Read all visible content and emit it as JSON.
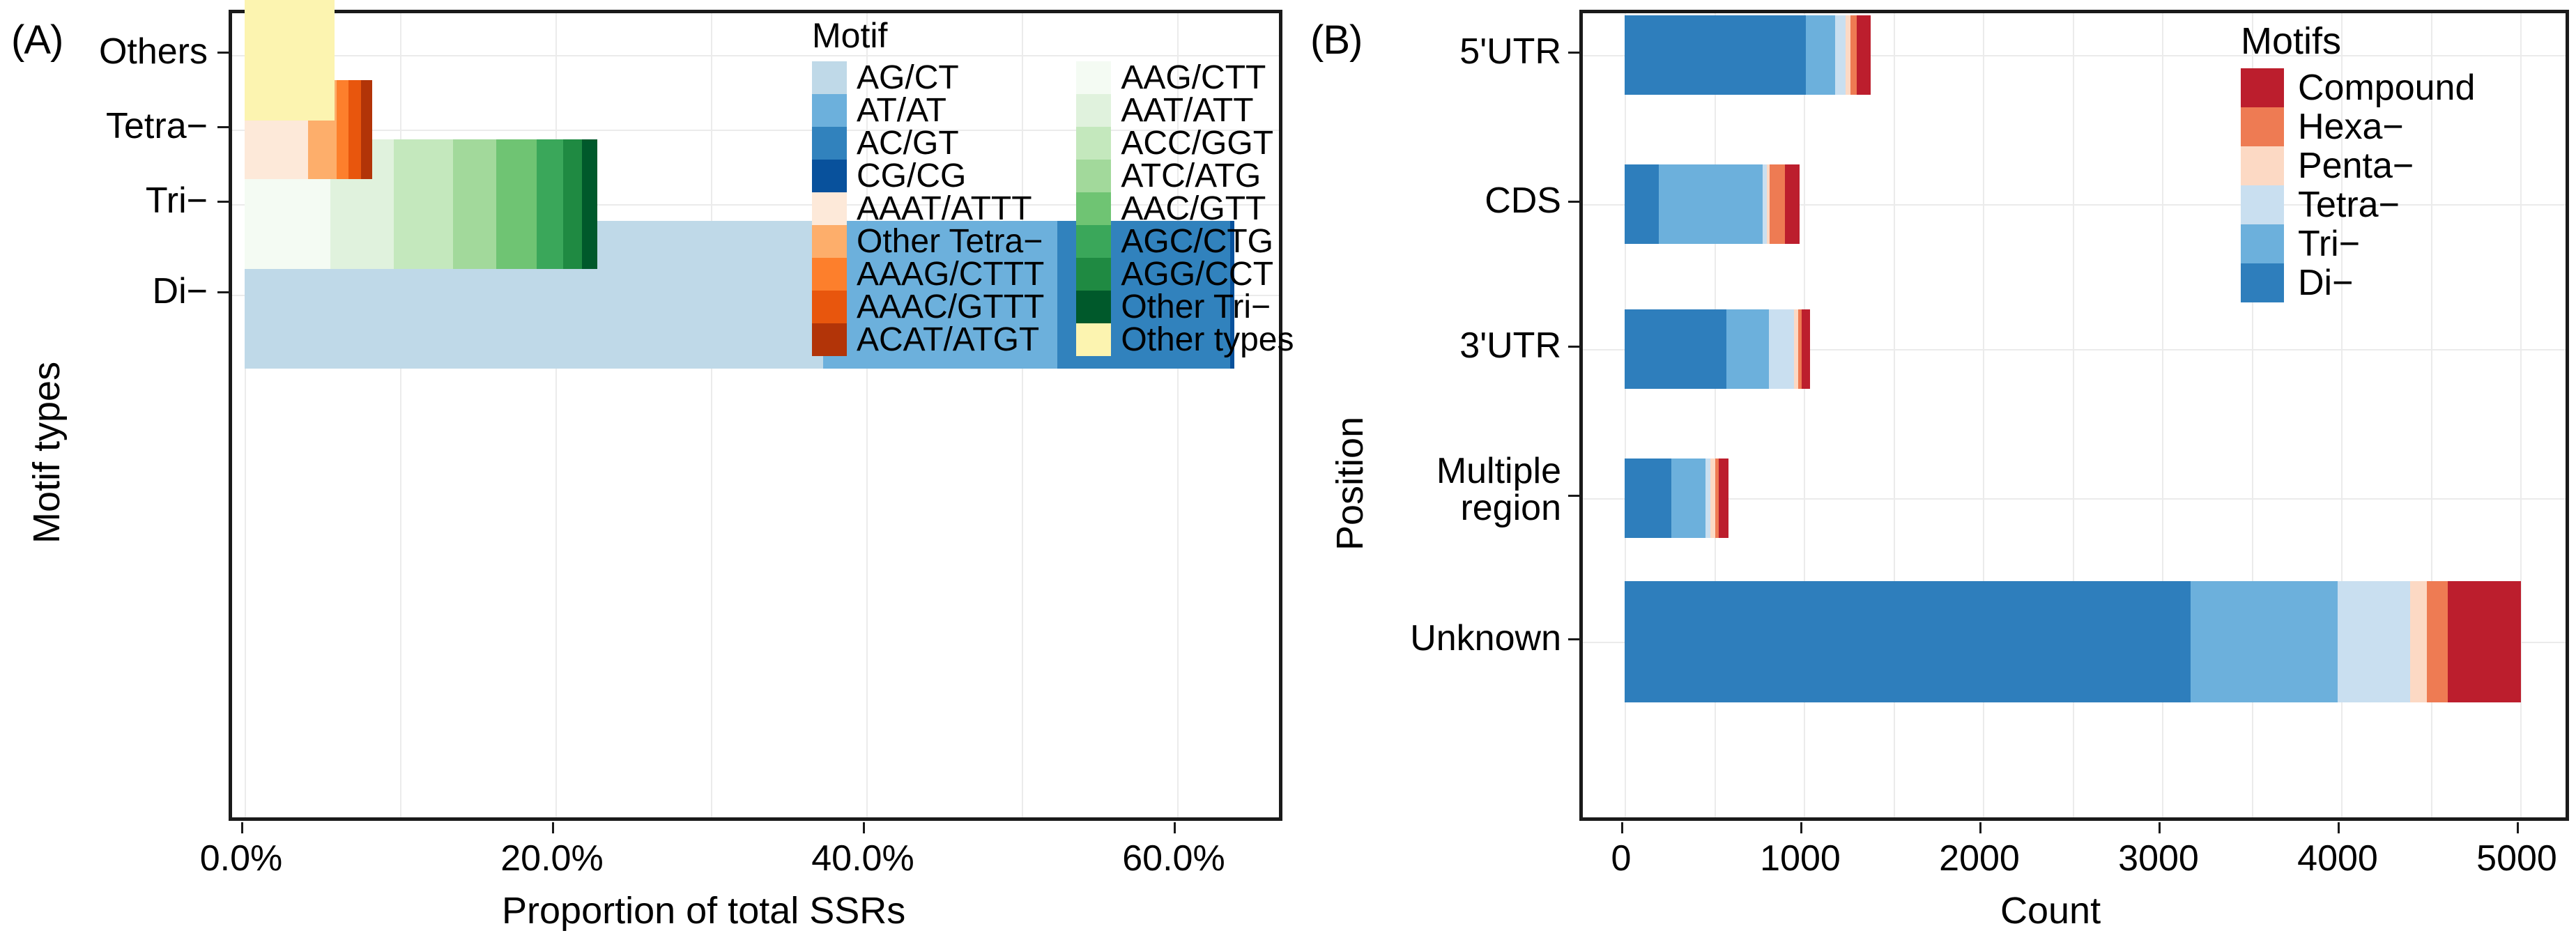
{
  "figure": {
    "panel_a_tag": "(A)",
    "panel_b_tag": "(B)"
  },
  "panel_a": {
    "y_axis_title": "Motif types",
    "x_axis_title": "Proportion of total SSRs",
    "y_ticks": [
      "Others",
      "Tetra−",
      "Tri−",
      "Di−"
    ],
    "x_ticks": [
      "0.0%",
      "20.0%",
      "40.0%",
      "60.0%"
    ],
    "legend_title": "Motif",
    "legend_col1": [
      {
        "label": "AG/CT",
        "color": "#bfd9e8"
      },
      {
        "label": "AT/AT",
        "color": "#6cb0dc"
      },
      {
        "label": "AC/GT",
        "color": "#3182bd"
      },
      {
        "label": "CG/CG",
        "color": "#08519c"
      },
      {
        "label": "AAAT/ATTT",
        "color": "#fde9d9"
      },
      {
        "label": "Other Tetra−",
        "color": "#fdae6b"
      },
      {
        "label": "AAAG/CTTT",
        "color": "#fd7f2c"
      },
      {
        "label": "AAAC/GTTT",
        "color": "#e8560d"
      },
      {
        "label": "ACAT/ATGT",
        "color": "#b23408"
      }
    ],
    "legend_col2": [
      {
        "label": "AAG/CTT",
        "color": "#f4fbf3"
      },
      {
        "label": "AAT/ATT",
        "color": "#e0f2dd"
      },
      {
        "label": "ACC/GGT",
        "color": "#c4e8bd"
      },
      {
        "label": "ATC/ATG",
        "color": "#a2d99b"
      },
      {
        "label": "AAC/GTT",
        "color": "#6fc473"
      },
      {
        "label": "AGC/CTG",
        "color": "#3aa75a"
      },
      {
        "label": "AGG/CCT",
        "color": "#1f8a42"
      },
      {
        "label": "Other Tri−",
        "color": "#00592b"
      },
      {
        "label": "Other types",
        "color": "#fcf4b0"
      }
    ]
  },
  "panel_b": {
    "y_axis_title": "Position",
    "x_axis_title": "Count",
    "y_ticks": [
      "5'UTR",
      "CDS",
      "3'UTR",
      "Multiple\nregion",
      "Unknown"
    ],
    "x_ticks": [
      "0",
      "1000",
      "2000",
      "3000",
      "4000",
      "5000"
    ],
    "legend_title": "Motifs",
    "legend_items": [
      {
        "label": "Compound",
        "color": "#bc1e2d"
      },
      {
        "label": "Hexa−",
        "color": "#ee7b53"
      },
      {
        "label": "Penta−",
        "color": "#fcd9c4"
      },
      {
        "label": "Tetra−",
        "color": "#c9dff0"
      },
      {
        "label": "Tri−",
        "color": "#6cb0dc"
      },
      {
        "label": "Di−",
        "color": "#2e7ebc"
      }
    ]
  },
  "chart_data": [
    {
      "type": "bar",
      "orientation": "horizontal",
      "stacked": true,
      "title": "(A)",
      "xlabel": "Proportion of total SSRs",
      "ylabel": "Motif types",
      "xlim": [
        0,
        66
      ],
      "x_unit": "percent",
      "grid": true,
      "legend_position": "inside-top-center",
      "categories": [
        "Di−",
        "Tri−",
        "Tetra−",
        "Others"
      ],
      "series": [
        {
          "name": "AG/CT",
          "color": "#bfd9e8",
          "values": [
            37.2,
            0,
            0,
            0
          ]
        },
        {
          "name": "AT/AT",
          "color": "#6cb0dc",
          "values": [
            15.1,
            0,
            0,
            0
          ]
        },
        {
          "name": "AC/GT",
          "color": "#3182bd",
          "values": [
            11.1,
            0,
            0,
            0
          ]
        },
        {
          "name": "CG/CG",
          "color": "#08519c",
          "values": [
            0.3,
            0,
            0,
            0
          ]
        },
        {
          "name": "AAG/CTT",
          "color": "#f4fbf3",
          "values": [
            0,
            5.5,
            0,
            0
          ]
        },
        {
          "name": "AAT/ATT",
          "color": "#e0f2dd",
          "values": [
            0,
            4.1,
            0,
            0
          ]
        },
        {
          "name": "ACC/GGT",
          "color": "#c4e8bd",
          "values": [
            0,
            3.8,
            0,
            0
          ]
        },
        {
          "name": "ATC/ATG",
          "color": "#a2d99b",
          "values": [
            0,
            2.8,
            0,
            0
          ]
        },
        {
          "name": "AAC/GTT",
          "color": "#6fc473",
          "values": [
            0,
            2.6,
            0,
            0
          ]
        },
        {
          "name": "AGC/CTG",
          "color": "#3aa75a",
          "values": [
            0,
            1.7,
            0,
            0
          ]
        },
        {
          "name": "AGG/CCT",
          "color": "#1f8a42",
          "values": [
            0,
            1.2,
            0,
            0
          ]
        },
        {
          "name": "Other Tri−",
          "color": "#00592b",
          "values": [
            0,
            1.0,
            0,
            0
          ]
        },
        {
          "name": "AAAT/ATTT",
          "color": "#fde9d9",
          "values": [
            0,
            0,
            4.1,
            0
          ]
        },
        {
          "name": "Other Tetra−",
          "color": "#fdae6b",
          "values": [
            0,
            0,
            1.8,
            0
          ]
        },
        {
          "name": "AAAG/CTTT",
          "color": "#fd7f2c",
          "values": [
            0,
            0,
            0.8,
            0
          ]
        },
        {
          "name": "AAAC/GTTT",
          "color": "#e8560d",
          "values": [
            0,
            0,
            0.8,
            0
          ]
        },
        {
          "name": "ACAT/ATGT",
          "color": "#b23408",
          "values": [
            0,
            0,
            0.7,
            0
          ]
        },
        {
          "name": "Other types",
          "color": "#fcf4b0",
          "values": [
            0,
            0,
            0,
            5.8
          ]
        }
      ]
    },
    {
      "type": "bar",
      "orientation": "horizontal",
      "stacked": true,
      "title": "(B)",
      "xlabel": "Count",
      "ylabel": "Position",
      "xlim": [
        0,
        5250
      ],
      "grid": true,
      "legend_position": "top-right",
      "categories": [
        "5'UTR",
        "CDS",
        "3'UTR",
        "Multiple region",
        "Unknown"
      ],
      "series": [
        {
          "name": "Di−",
          "color": "#2e7ebc",
          "values": [
            1010,
            190,
            570,
            260,
            3160
          ]
        },
        {
          "name": "Tri−",
          "color": "#6cb0dc",
          "values": [
            165,
            580,
            235,
            190,
            820
          ]
        },
        {
          "name": "Tetra−",
          "color": "#c9dff0",
          "values": [
            60,
            25,
            140,
            30,
            405
          ]
        },
        {
          "name": "Penta−",
          "color": "#fcd9c4",
          "values": [
            25,
            15,
            25,
            25,
            95
          ]
        },
        {
          "name": "Hexa−",
          "color": "#ee7b53",
          "values": [
            35,
            85,
            20,
            20,
            115
          ]
        },
        {
          "name": "Compound",
          "color": "#bc1e2d",
          "values": [
            80,
            80,
            45,
            55,
            410
          ]
        }
      ]
    }
  ]
}
